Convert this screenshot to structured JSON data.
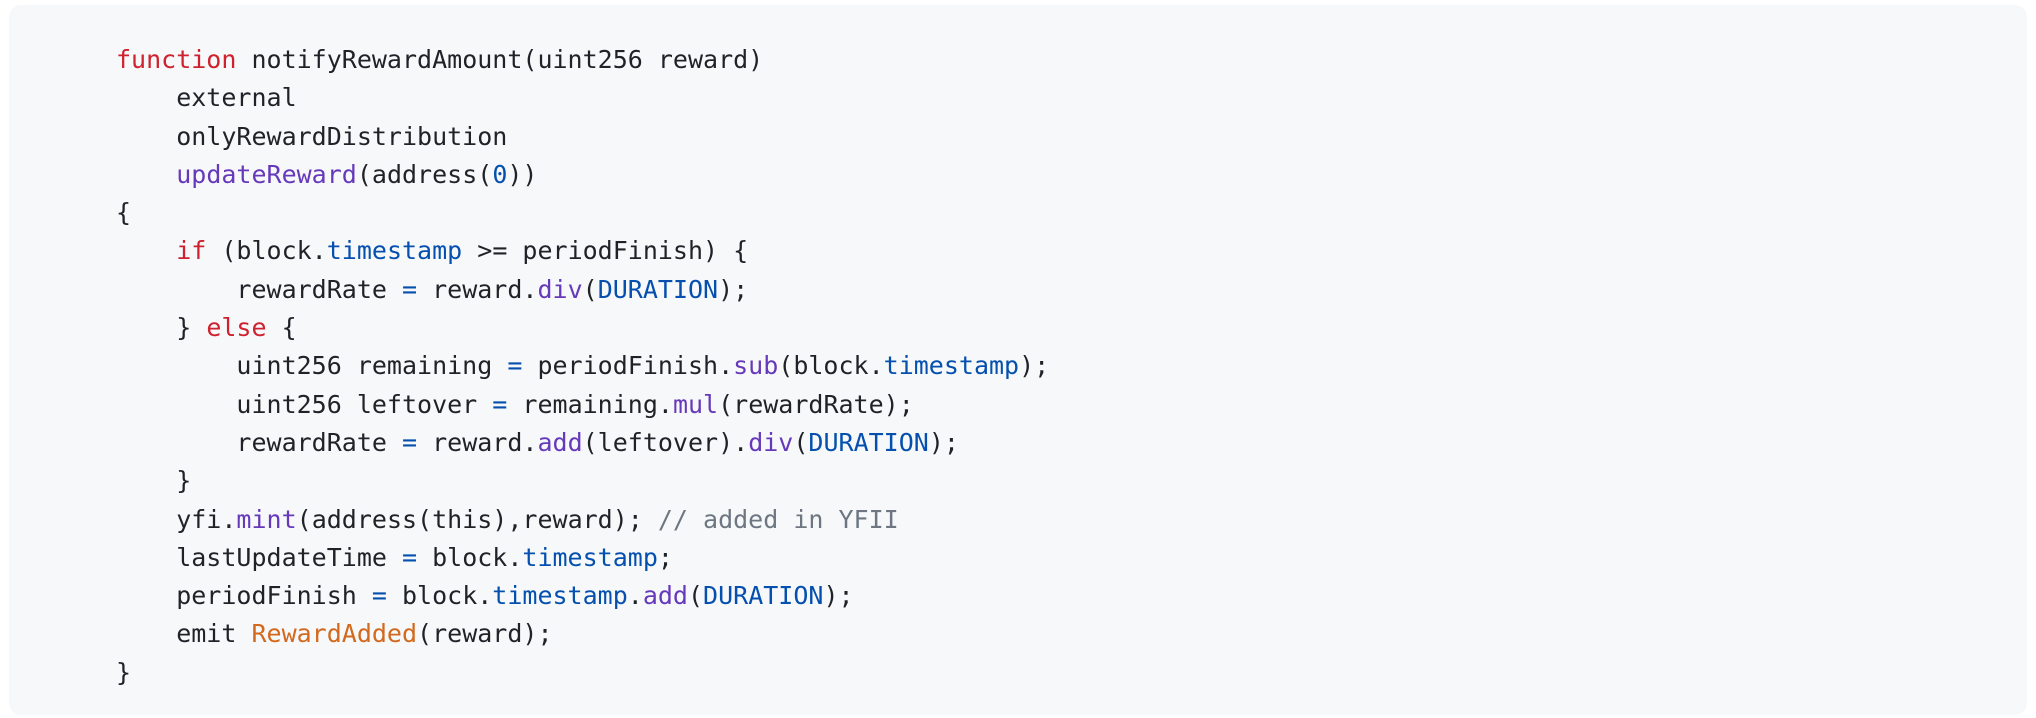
{
  "colors": {
    "background": "#f6f8fa",
    "text": "#1f2328",
    "keyword": "#cf222e",
    "function": "#6639ba",
    "property": "#0550ae",
    "comment": "#6e7781",
    "event": "#d2691e"
  },
  "code": {
    "language": "solidity",
    "lines": [
      [
        {
          "t": "function",
          "k": "kw"
        },
        {
          "t": " notifyRewardAmount(uint256 reward)",
          "k": "plain"
        }
      ],
      [
        {
          "t": "    external",
          "k": "plain"
        }
      ],
      [
        {
          "t": "    onlyRewardDistribution",
          "k": "plain"
        }
      ],
      [
        {
          "t": "    ",
          "k": "plain"
        },
        {
          "t": "updateReward",
          "k": "fn"
        },
        {
          "t": "(address(",
          "k": "plain"
        },
        {
          "t": "0",
          "k": "num"
        },
        {
          "t": "))",
          "k": "plain"
        }
      ],
      [
        {
          "t": "{",
          "k": "plain"
        }
      ],
      [
        {
          "t": "    ",
          "k": "plain"
        },
        {
          "t": "if",
          "k": "kw"
        },
        {
          "t": " (block.",
          "k": "plain"
        },
        {
          "t": "timestamp",
          "k": "prop"
        },
        {
          "t": " >= periodFinish) {",
          "k": "plain"
        }
      ],
      [
        {
          "t": "        rewardRate ",
          "k": "plain"
        },
        {
          "t": "=",
          "k": "op"
        },
        {
          "t": " reward.",
          "k": "plain"
        },
        {
          "t": "div",
          "k": "fn"
        },
        {
          "t": "(",
          "k": "plain"
        },
        {
          "t": "DURATION",
          "k": "const"
        },
        {
          "t": ");",
          "k": "plain"
        }
      ],
      [
        {
          "t": "    } ",
          "k": "plain"
        },
        {
          "t": "else",
          "k": "kw"
        },
        {
          "t": " {",
          "k": "plain"
        }
      ],
      [
        {
          "t": "        uint256 remaining ",
          "k": "plain"
        },
        {
          "t": "=",
          "k": "op"
        },
        {
          "t": " periodFinish.",
          "k": "plain"
        },
        {
          "t": "sub",
          "k": "fn"
        },
        {
          "t": "(block.",
          "k": "plain"
        },
        {
          "t": "timestamp",
          "k": "prop"
        },
        {
          "t": ");",
          "k": "plain"
        }
      ],
      [
        {
          "t": "        uint256 leftover ",
          "k": "plain"
        },
        {
          "t": "=",
          "k": "op"
        },
        {
          "t": " remaining.",
          "k": "plain"
        },
        {
          "t": "mul",
          "k": "fn"
        },
        {
          "t": "(rewardRate);",
          "k": "plain"
        }
      ],
      [
        {
          "t": "        rewardRate ",
          "k": "plain"
        },
        {
          "t": "=",
          "k": "op"
        },
        {
          "t": " reward.",
          "k": "plain"
        },
        {
          "t": "add",
          "k": "fn"
        },
        {
          "t": "(leftover).",
          "k": "plain"
        },
        {
          "t": "div",
          "k": "fn"
        },
        {
          "t": "(",
          "k": "plain"
        },
        {
          "t": "DURATION",
          "k": "const"
        },
        {
          "t": ");",
          "k": "plain"
        }
      ],
      [
        {
          "t": "    }",
          "k": "plain"
        }
      ],
      [
        {
          "t": "    yfi.",
          "k": "plain"
        },
        {
          "t": "mint",
          "k": "fn"
        },
        {
          "t": "(address(this),reward); ",
          "k": "plain"
        },
        {
          "t": "// added in YFII",
          "k": "comment"
        }
      ],
      [
        {
          "t": "    lastUpdateTime ",
          "k": "plain"
        },
        {
          "t": "=",
          "k": "op"
        },
        {
          "t": " block.",
          "k": "plain"
        },
        {
          "t": "timestamp",
          "k": "prop"
        },
        {
          "t": ";",
          "k": "plain"
        }
      ],
      [
        {
          "t": "    periodFinish ",
          "k": "plain"
        },
        {
          "t": "=",
          "k": "op"
        },
        {
          "t": " block.",
          "k": "plain"
        },
        {
          "t": "timestamp",
          "k": "prop"
        },
        {
          "t": ".",
          "k": "plain"
        },
        {
          "t": "add",
          "k": "fn"
        },
        {
          "t": "(",
          "k": "plain"
        },
        {
          "t": "DURATION",
          "k": "const"
        },
        {
          "t": ");",
          "k": "plain"
        }
      ],
      [
        {
          "t": "    emit ",
          "k": "plain"
        },
        {
          "t": "RewardAdded",
          "k": "event"
        },
        {
          "t": "(reward);",
          "k": "plain"
        }
      ],
      [
        {
          "t": "}",
          "k": "plain"
        }
      ]
    ]
  }
}
